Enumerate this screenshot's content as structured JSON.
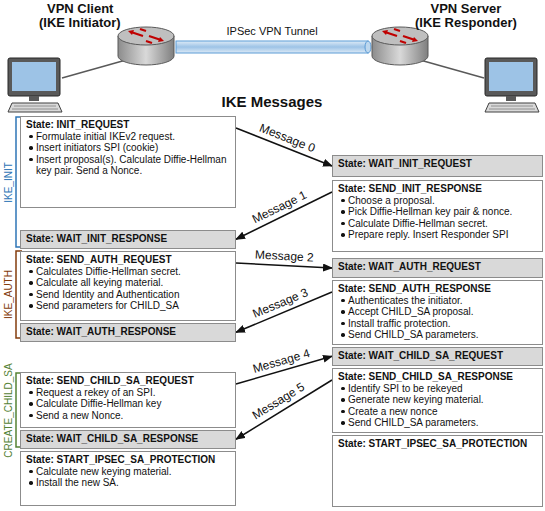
{
  "diagram": {
    "title": "IKE Messages",
    "nodes": [
      {
        "text": [
          "State: INIT_REQUEST",
          "Formulate initial IKEv2 request.",
          "Insert initiators SPI (cookie)",
          "Insert proposal(s). Calculate Diffie-Hellman key pair. Send a Nonce."
        ]
      },
      {
        "text": [
          "State: WAIT_INIT_RESPONSE"
        ]
      },
      {
        "text": [
          "State: SEND_AUTH_REQUEST",
          "Calculates Diffie-Hellman secret.",
          "Calculate all keying material.",
          "Send Identity and Authentication",
          "Send parameters for CHILD_SA"
        ]
      },
      {
        "text": [
          "State: WAIT_AUTH_RESPONSE"
        ]
      },
      {
        "text": [
          "State: SEND_CHILD_SA_REQUEST",
          "Request a rekey of an SPI.",
          "Calculate Diffie-Hellman key",
          "Send a new Nonce."
        ]
      },
      {
        "text": [
          "State: WAIT_CHILD_SA_RESPONSE"
        ]
      },
      {
        "text": [
          "State: START_IPSEC_SA_PROTECTION",
          "Calculate new keying material.",
          "Install the new SA."
        ]
      },
      {
        "text": [
          "State: WAIT_INIT_REQUEST"
        ]
      },
      {
        "text": [
          "State: SEND_INIT_RESPONSE",
          "Choose a proposal.",
          "Pick Diffie-Hellman key pair & nonce.",
          "Calculate Diffie-Hellman secret.",
          "Prepare reply. Insert Responder SPI"
        ]
      },
      {
        "text": [
          "State: WAIT_AUTH_REQUEST"
        ]
      },
      {
        "text": [
          "State: SEND_AUTH_RESPONSE",
          "Authenticates the initiator.",
          "Accept CHILD_SA proposal.",
          "Install traffic protection.",
          "Send CHILD_SA parameters."
        ]
      },
      {
        "text": [
          "State: WAIT_CHILD_SA_REQUEST"
        ]
      },
      {
        "text": [
          "State: SEND_CHILD_SA_RESPONSE",
          "Identify SPI to be rekeyed",
          "Generate new keying material.",
          "Create a new nonce",
          "Send CHILD_SA parameters."
        ]
      },
      {
        "text": [
          "State: START_IPSEC_SA_PROTECTION"
        ]
      }
    ],
    "edges": [
      {
        "from": 0,
        "to": 7,
        "label": "Message 0",
        "arrow": "to"
      },
      {
        "from": 8,
        "to": 1,
        "label": "Message 1",
        "arrow": "to"
      },
      {
        "from": 2,
        "to": 9,
        "label": "Message 2",
        "arrow": "to"
      },
      {
        "from": 10,
        "to": 3,
        "label": "Message 3",
        "arrow": "to"
      },
      {
        "from": 4,
        "to": 11,
        "label": "Message 4",
        "arrow": "to"
      },
      {
        "from": 12,
        "to": 5,
        "label": "Message 5",
        "arrow": "to"
      }
    ],
    "labels": [
      "VPN Client",
      "(IKE Initiator)",
      "VPN Server",
      "(IKE Responder)",
      "IPSec VPN Tunnel",
      "IKE_INIT",
      "IKE_AUTH",
      "CREATE_CHILD_SA"
    ]
  }
}
